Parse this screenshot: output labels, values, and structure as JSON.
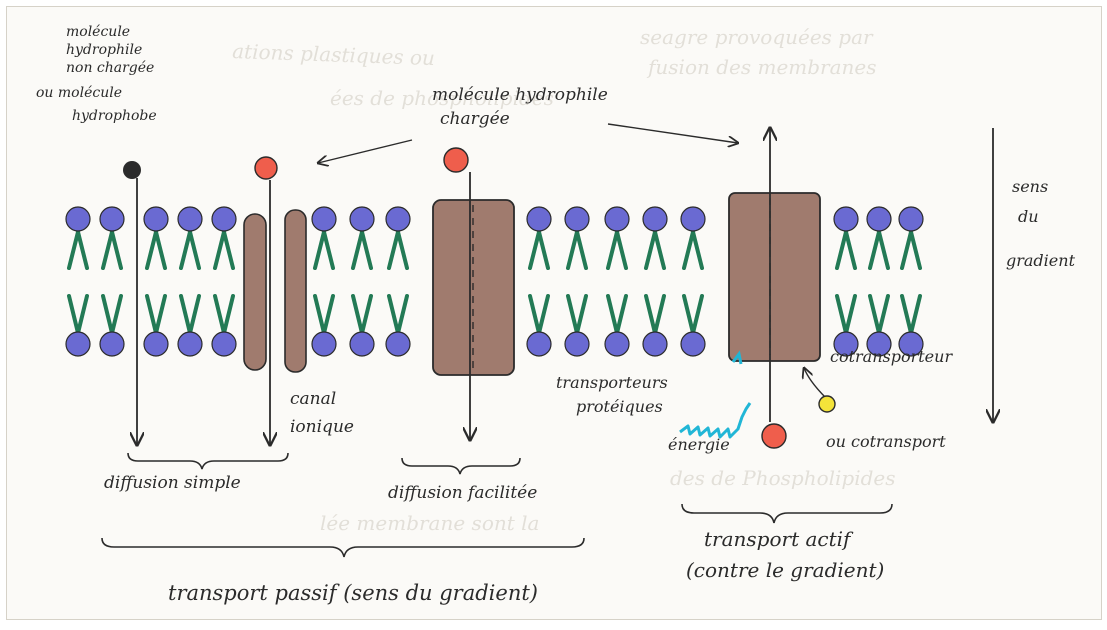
{
  "labels": {
    "uncharged_l1": "molécule",
    "uncharged_l2": "hydrophile",
    "uncharged_l3": "non chargée",
    "uncharged_l4": "ou molécule",
    "uncharged_l5": "hydrophobe",
    "charged_l1": "molécule hydrophile",
    "charged_l2": "chargée",
    "gradient_l1": "sens",
    "gradient_l2": "du",
    "gradient_l3": "gradient",
    "canal_l1": "canal",
    "canal_l2": "ionique",
    "transporteurs_l1": "transporteurs",
    "transporteurs_l2": "protéiques",
    "cotransporteur": "cotransporteur",
    "energie": "énergie",
    "cotransport": "ou cotransport",
    "diffusion_simple": "diffusion simple",
    "diffusion_facilitee": "diffusion facilitée",
    "transport_passif": "transport passif (sens du gradient)",
    "transport_actif_l1": "transport actif",
    "transport_actif_l2": "(contre le gradient)"
  },
  "colors": {
    "phospholipid_head": "#6a6ad2",
    "phospholipid_tail": "#237a55",
    "protein": "#a07b6e",
    "charged_molecule": "#ef5e4c",
    "uncharged_molecule": "#2b2b2b",
    "cotransported_molecule": "#f3e33a",
    "energy": "#21b6d6",
    "ink": "#2b2b2b"
  }
}
